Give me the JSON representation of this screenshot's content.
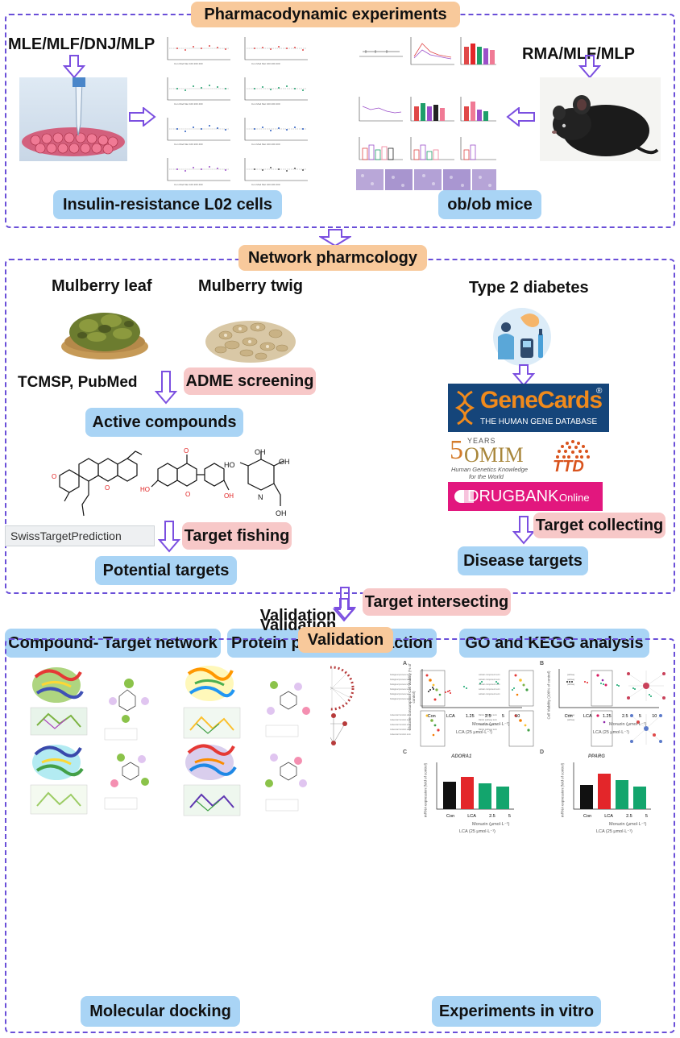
{
  "sections": {
    "pharmacodynamic": {
      "title": "Pharmacodynamic experiments",
      "left_input": "MLE/MLF/DNJ/MLP",
      "right_input": "RMA/MLF/MLP",
      "left_result": "Insulin-resistance L02 cells",
      "right_result": "ob/ob mice"
    },
    "network": {
      "title": "Network pharmcology",
      "mulberry_leaf": "Mulberry leaf",
      "mulberry_twig": "Mulberry twig",
      "disease": "Type 2 diabetes",
      "tcmsp": "TCMSP, PubMed",
      "adme": "ADME screening",
      "active_compounds": "Active compounds",
      "swiss": "SwissTargetPrediction",
      "target_fishing": "Target fishing",
      "potential_targets": "Potential targets",
      "target_collecting": "Target collecting",
      "disease_targets": "Disease targets",
      "target_intersecting": "Target intersecting",
      "compound_target": "Compound- Target network",
      "ppi": "Protein protein interaction",
      "go_kegg": "GO and KEGG analysis"
    },
    "databases": {
      "genecards_title": "GeneCards",
      "genecards_reg": "®",
      "genecards_sub": "THE HUMAN GENE DATABASE",
      "omim_years": "YEARS",
      "omim_num": "5",
      "omim_name": "OMIM",
      "omim_sub1": "Human Genetics Knowledge",
      "omim_sub2": "for the World",
      "ttd": "TTD",
      "drugbank": "DRUGBANK",
      "drugbank_online": "Online"
    },
    "validation": {
      "title": "Validation",
      "docking": "Molecular docking",
      "in_vitro": "Experiments in vitro"
    }
  },
  "vitro_panels": {
    "A": {
      "ylabel": "Glucose Consumption/ Cell Viability (% of control)",
      "x": [
        "Con",
        "LCA",
        "1.25",
        "2.5",
        "5",
        "10"
      ],
      "xlabel1": "Moruzin (μmol·L⁻¹)",
      "xlabel2": "LCA (25 μmol·L⁻¹)"
    },
    "B": {
      "ylabel": "Cell Viability (100% of control)",
      "x": [
        "Con",
        "LCA",
        "1.25",
        "2.5",
        "5",
        "10"
      ],
      "xlabel1": "Moruzin (μmol·L⁻¹)",
      "xlabel2": "LCA (25 μmol·L⁻¹)"
    },
    "C": {
      "gene": "ADORA1",
      "ylabel": "mRNA expression (fold of control)",
      "x": [
        "Con",
        "LCA",
        "2.5",
        "5"
      ],
      "xlabel1": "Moruzin (μmol·L⁻¹)",
      "xlabel2": "LCA (25 μmol·L⁻¹)"
    },
    "D": {
      "gene": "PPARG",
      "ylabel": "mRNA expression (fold of control)",
      "x": [
        "Con",
        "LCA",
        "2.5",
        "5"
      ],
      "xlabel1": "Moruzin (μmol·L⁻¹)",
      "xlabel2": "LCA (25 μmol·L⁻¹)"
    }
  },
  "colors": {
    "border": "#6a4fd8",
    "orange": "#f8c99b",
    "blue": "#a9d4f5",
    "pink": "#f7c8c8",
    "arrow": "#7b4fe0",
    "genecards_bg": "#15457a",
    "genecards_orange": "#f08a1c",
    "drugbank": "#e2177e",
    "ttd": "#d9541e",
    "bar_red": "#e3262a",
    "bar_green": "#13a56d",
    "bar_black": "#111111"
  },
  "icons": [
    "pipette-cells-image",
    "mouse-image",
    "mulberry-leaf-image",
    "mulberry-twig-image",
    "diabetes-icon",
    "molecule-structures",
    "venn-diagrams",
    "ppi-networks",
    "enrichment-plots",
    "docking-images"
  ]
}
